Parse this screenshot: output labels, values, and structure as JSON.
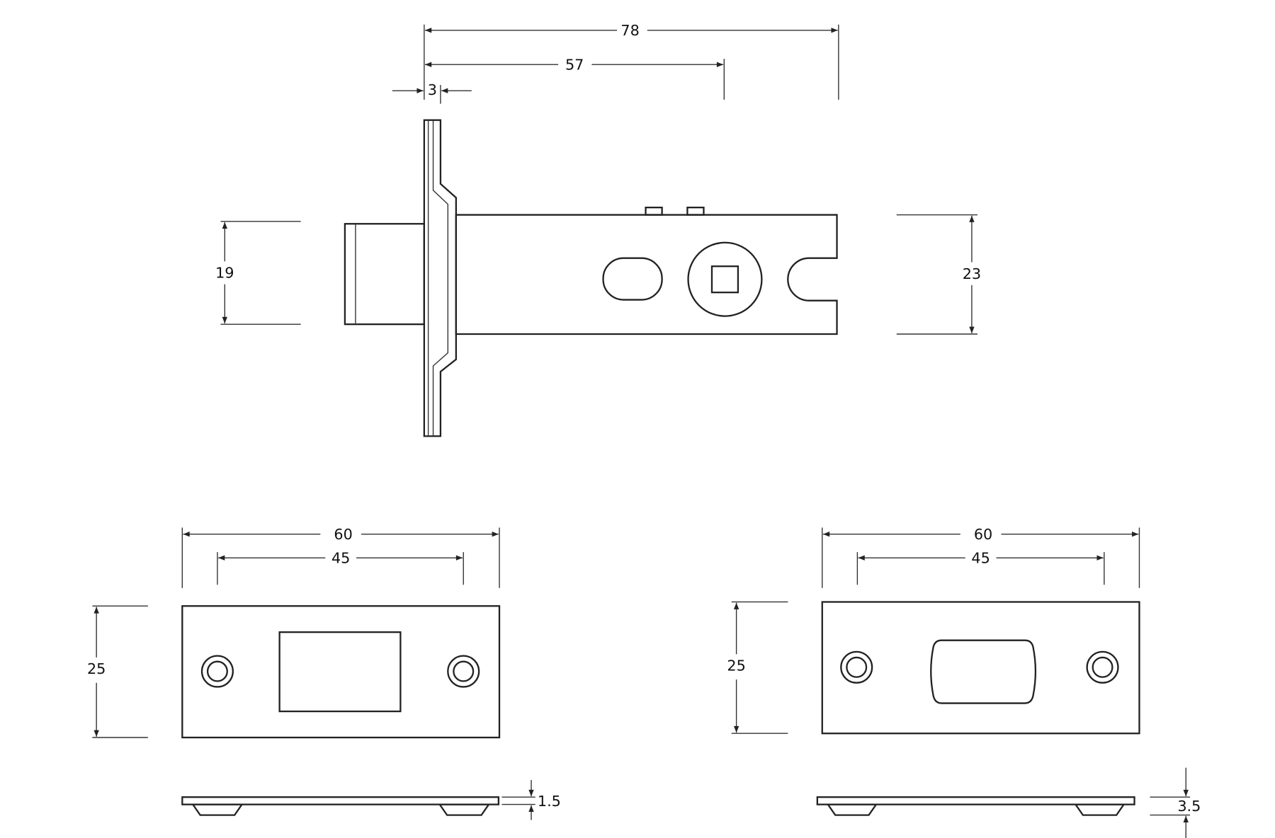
{
  "colors": {
    "line": "#222222",
    "background": "#ffffff"
  },
  "latch_side_view": {
    "overall_length": "78",
    "backset": "57",
    "faceplate_thickness": "3",
    "bolt_height": "19",
    "body_height": "23"
  },
  "strike_plate_left": {
    "width": "60",
    "hole_spacing": "45",
    "height": "25",
    "thickness": "1.5"
  },
  "strike_plate_right": {
    "width": "60",
    "hole_spacing": "45",
    "height": "25",
    "thickness": "3.5"
  }
}
